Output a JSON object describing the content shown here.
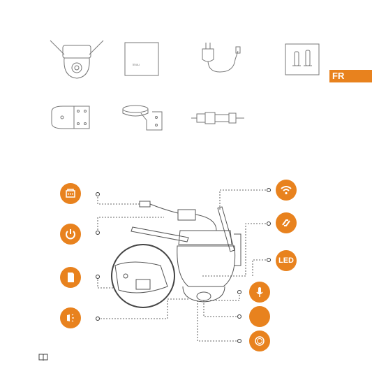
{
  "language_tab": {
    "label": "FR",
    "color": "#e8821e"
  },
  "package_items": [
    {
      "name": "camera"
    },
    {
      "name": "quick-start-guide",
      "brand": "imou"
    },
    {
      "name": "power-adapter"
    },
    {
      "name": "screws-and-anchors"
    },
    {
      "name": "drill-template"
    },
    {
      "name": "mounting-bracket"
    },
    {
      "name": "waterproof-connector"
    }
  ],
  "callouts_left": [
    {
      "icon": "ethernet-port-icon"
    },
    {
      "icon": "power-icon"
    },
    {
      "icon": "sd-card-icon"
    },
    {
      "icon": "light-sensor-icon"
    }
  ],
  "callouts_right": [
    {
      "icon": "wifi-icon"
    },
    {
      "icon": "reset-icon"
    },
    {
      "icon": "led-icon",
      "label": "LED"
    },
    {
      "icon": "microphone-icon"
    },
    {
      "icon": "blank-icon"
    },
    {
      "icon": "lens-icon"
    }
  ],
  "footer": {
    "icon": "book-icon"
  },
  "accent": "#e8821e"
}
